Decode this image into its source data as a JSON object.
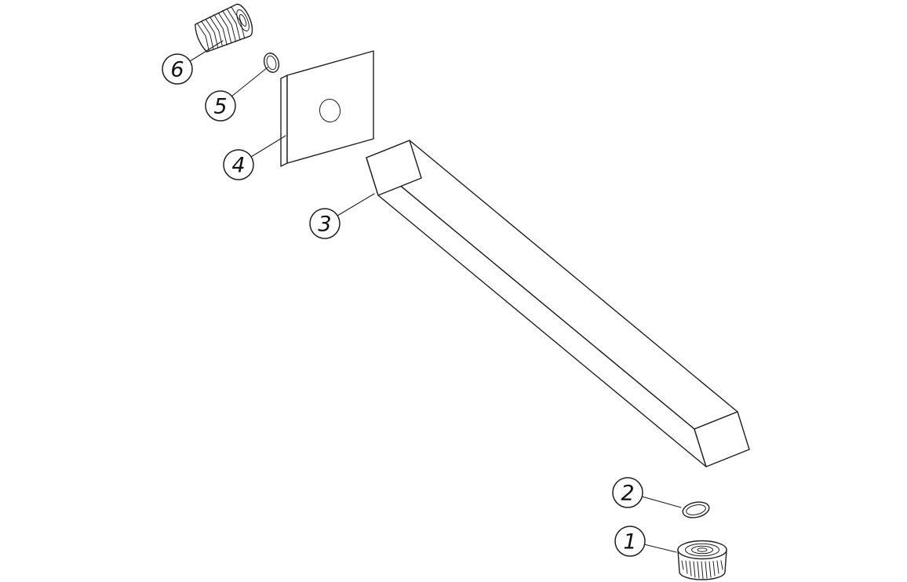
{
  "diagram": {
    "type": "exploded-parts-diagram",
    "background_color": "#ffffff",
    "line_color": "#1f1f1f",
    "callouts": [
      {
        "label": "6"
      },
      {
        "label": "5"
      },
      {
        "label": "4"
      },
      {
        "label": "3"
      },
      {
        "label": "2"
      },
      {
        "label": "1"
      }
    ]
  }
}
